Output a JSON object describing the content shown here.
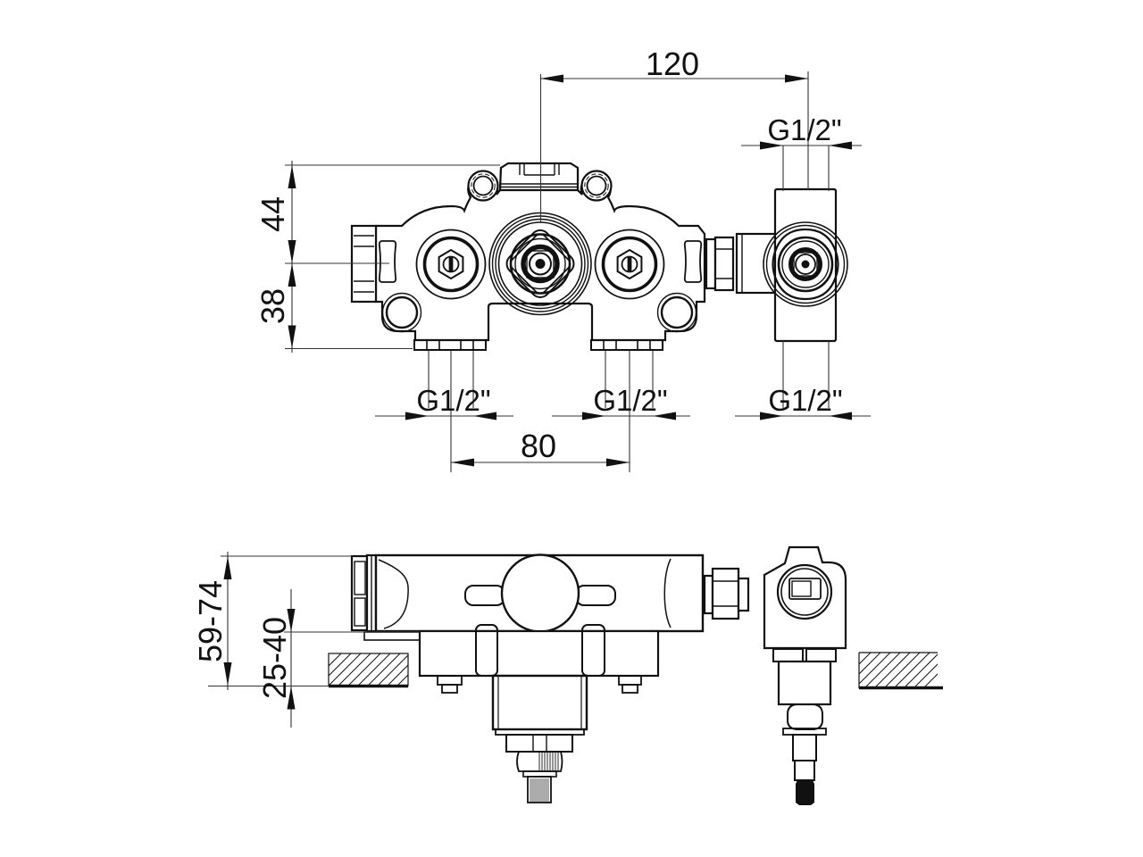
{
  "drawing": {
    "type": "technical-drawing",
    "subject": "concealed thermostatic mixer valve body, two orthographic views",
    "colors": {
      "line": "#111111",
      "thin_line": "#3a3a3a",
      "background": "#ffffff"
    },
    "dimensions": {
      "top_span": "120",
      "thread_top_right": "G1/2\"",
      "left_upper": "44",
      "left_lower": "38",
      "outlet_left_thread": "G1/2\"",
      "outlet_center_thread": "G1/2\"",
      "outlet_right_thread": "G1/2\"",
      "outlet_spacing": "80",
      "depth_total": "59-74",
      "depth_embed": "25-40"
    }
  }
}
